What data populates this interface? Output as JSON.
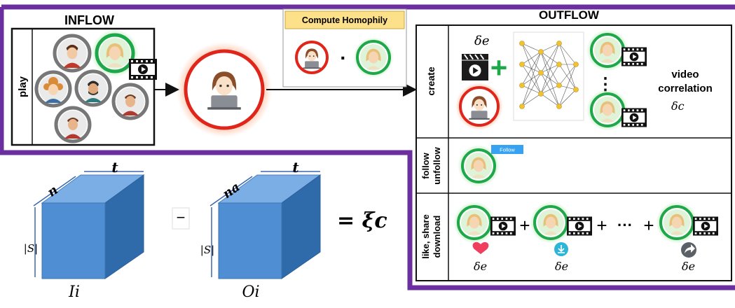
{
  "inflow": {
    "title": "INFLOW",
    "row_label": "play"
  },
  "homophily": {
    "label": "Compute Homophily",
    "operator": "·"
  },
  "outflow": {
    "title": "OUTFLOW",
    "rows": [
      {
        "label": "create"
      },
      {
        "label_line1": "follow",
        "label_line2": "unfollow"
      },
      {
        "label_line1": "like, share",
        "label_line2": "download"
      }
    ],
    "create": {
      "delta_e": "δe",
      "plus": "+",
      "vdots": "⋮",
      "video_text_1": "video",
      "video_text_2": "correlation",
      "delta_c": "δc"
    },
    "follow_button": "Follow",
    "engage": {
      "plus_signs": [
        "+",
        "+",
        "+"
      ],
      "ellipsis": "···",
      "deltas": [
        "δe",
        "δe",
        "δe"
      ]
    }
  },
  "equation": {
    "left_cube": {
      "top": "t",
      "side": "n",
      "height": "|S|",
      "label": "Ii"
    },
    "minus": "−",
    "right_cube": {
      "top": "t",
      "side": "na",
      "height": "|S|",
      "label": "Oi"
    },
    "result": "= ξc"
  },
  "colors": {
    "frame_purple": "#6b2fa0",
    "active_red": "#e0261b",
    "green": "#1fa84a",
    "gray": "#7a7a7a",
    "cube_face": "#4f8ed2",
    "cube_top": "#7aaee5",
    "cube_side": "#2f6aaa",
    "label_bg": "#fde08a"
  }
}
